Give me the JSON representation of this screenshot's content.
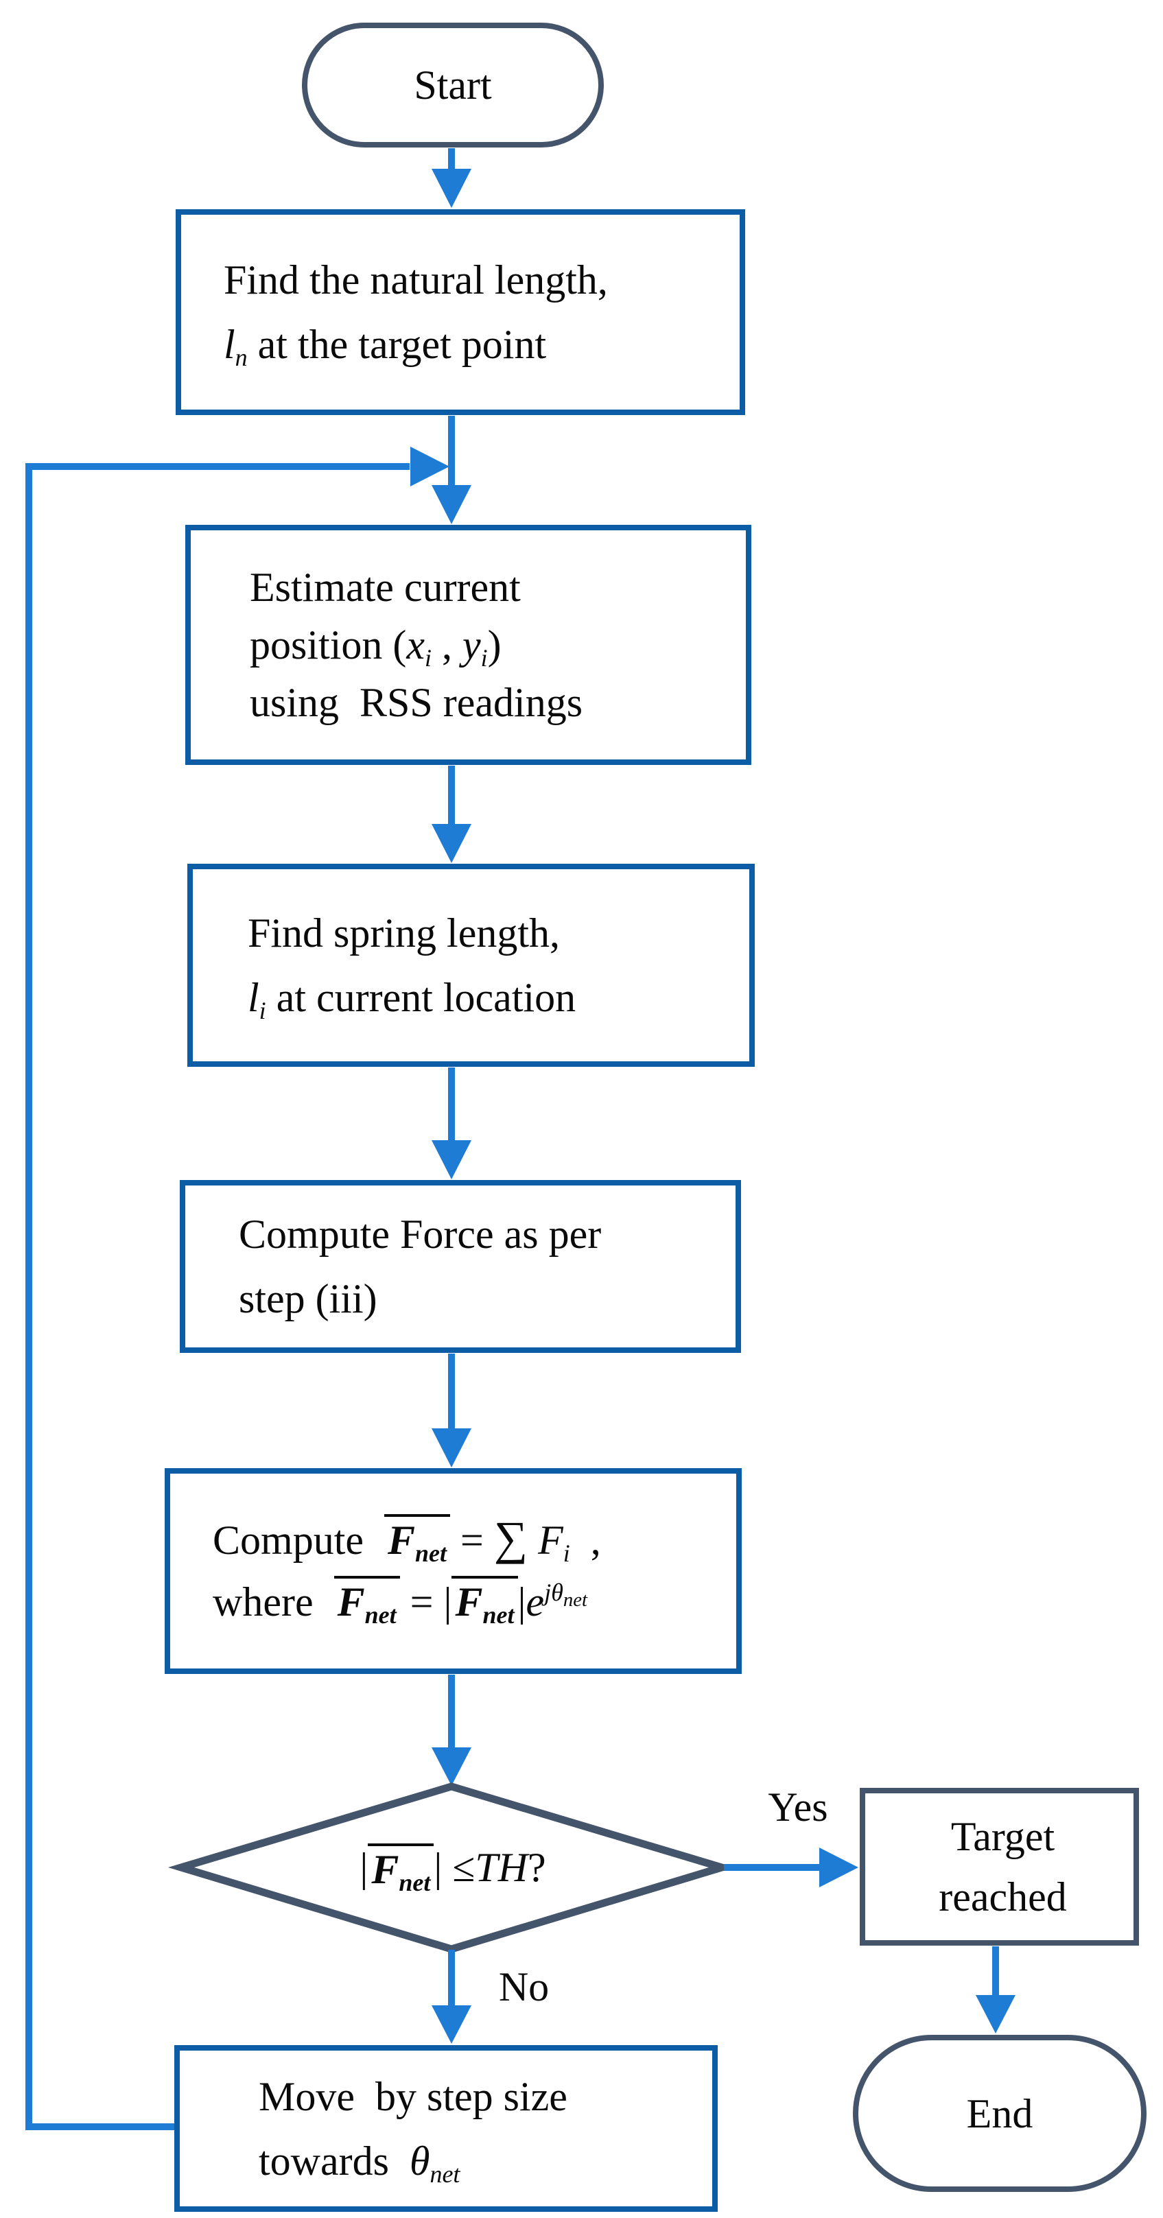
{
  "colors": {
    "process_border": "#0d5ca6",
    "connector": "#1f7cd4",
    "terminal_border": "#44546a",
    "text": "#0a0a0a",
    "background": "#ffffff"
  },
  "nodes": {
    "start": {
      "label": "Start"
    },
    "find_natural_length": {
      "lines": [
        [
          {
            "t": "Find the natural length,"
          }
        ],
        [
          {
            "t": "l",
            "cls": "i"
          },
          {
            "t": "n",
            "cls": "sub i"
          },
          {
            "t": " at the target point"
          }
        ]
      ]
    },
    "estimate_position": {
      "lines": [
        [
          {
            "t": "Estimate current"
          }
        ],
        [
          {
            "t": "position ("
          },
          {
            "t": "x",
            "cls": "i"
          },
          {
            "t": "i",
            "cls": "sub i"
          },
          {
            "t": " , "
          },
          {
            "t": "y",
            "cls": "i"
          },
          {
            "t": "i",
            "cls": "sub i"
          },
          {
            "t": ")"
          }
        ],
        [
          {
            "t": "using  RSS readings"
          }
        ]
      ]
    },
    "find_spring_length": {
      "lines": [
        [
          {
            "t": "Find spring length,"
          }
        ],
        [
          {
            "t": "l",
            "cls": "i"
          },
          {
            "t": "i",
            "cls": "sub i"
          },
          {
            "t": " at current location"
          }
        ]
      ]
    },
    "compute_force": {
      "lines": [
        [
          {
            "t": "Compute Force as per"
          }
        ],
        [
          {
            "t": "step (iii)"
          }
        ]
      ]
    },
    "compute_net_force": {
      "lines": [
        [
          {
            "t": "Compute  "
          },
          {
            "cls": "ovl",
            "parts": [
              {
                "t": "F",
                "cls": "bi"
              },
              {
                "t": "net",
                "cls": "sub bi"
              }
            ]
          },
          {
            "t": " = "
          },
          {
            "t": "∑",
            "cls": "sum"
          },
          {
            "t": " "
          },
          {
            "t": "F",
            "cls": "i"
          },
          {
            "t": "i",
            "cls": "sub i"
          },
          {
            "t": "  ,"
          }
        ],
        [
          {
            "t": "where  "
          },
          {
            "cls": "ovl",
            "parts": [
              {
                "t": "F",
                "cls": "bi"
              },
              {
                "t": "net",
                "cls": "sub bi"
              }
            ]
          },
          {
            "t": " = |"
          },
          {
            "cls": "ovl",
            "parts": [
              {
                "t": "F",
                "cls": "bi"
              },
              {
                "t": "net",
                "cls": "sub bi"
              }
            ]
          },
          {
            "t": "|"
          },
          {
            "t": "e",
            "cls": "i"
          },
          {
            "cls": "sup",
            "parts": [
              {
                "t": "jθ",
                "cls": "i"
              },
              {
                "t": "net",
                "cls": "sub i"
              }
            ]
          }
        ]
      ]
    },
    "decision": {
      "line": [
        {
          "t": "|"
        },
        {
          "cls": "ovl",
          "parts": [
            {
              "t": "F",
              "cls": "bi"
            },
            {
              "t": "net",
              "cls": "sub bi"
            }
          ]
        },
        {
          "t": "| ≤ "
        },
        {
          "t": "TH",
          "cls": "i"
        },
        {
          "t": " ?"
        }
      ]
    },
    "move_step": {
      "lines": [
        [
          {
            "t": "Move  by step size"
          }
        ],
        [
          {
            "t": "towards  "
          },
          {
            "t": "θ",
            "cls": "i"
          },
          {
            "t": "net",
            "cls": "sub i"
          }
        ]
      ]
    },
    "target_reached": {
      "lines": [
        [
          {
            "t": "Target"
          }
        ],
        [
          {
            "t": "reached"
          }
        ]
      ]
    },
    "end": {
      "label": "End"
    }
  },
  "edges": {
    "yes_label": "Yes",
    "no_label": "No"
  }
}
